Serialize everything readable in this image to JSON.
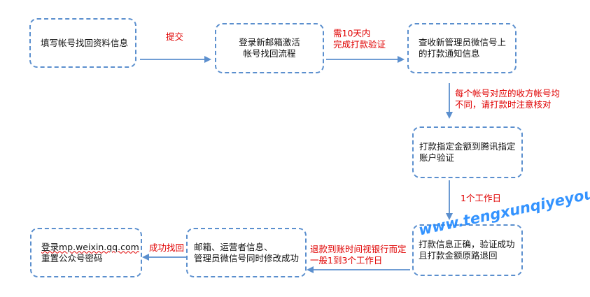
{
  "steps": {
    "s1": [
      "填写帐号找回资料信息"
    ],
    "s2": [
      "登录新邮箱激活",
      "帐号找回流程"
    ],
    "s3": [
      "查收新管理员微信号上",
      "的打款通知信息"
    ],
    "s4": [
      "打款指定金额到腾讯指定",
      "账户验证"
    ],
    "s5": [
      "打款信息正确，验证成功",
      "且打款金额原路退回"
    ],
    "s6": [
      "邮箱、运营者信息、",
      "管理员微信号同时修改成功"
    ],
    "s7": [
      "登录mp.weixin.qq.com",
      "重置公众号密码"
    ]
  },
  "edges": {
    "e1": [
      "提交"
    ],
    "e2": [
      "需10天内",
      "完成打款验证"
    ],
    "e3": [
      "每个帐号对应的收方帐号均",
      "不同，请打款时注意核对"
    ],
    "e4": [
      "1个工作日"
    ],
    "e5": [
      "退款到账时间视银行而定",
      "一般1到3个工作日"
    ],
    "e6": [
      "成功找回"
    ]
  },
  "watermark": "www.tengxunqiyeyou.com",
  "colors": {
    "box_border": "#5b8fce",
    "arrow": "#5b8fce",
    "label": "#e00000",
    "watermark": "#1e88ff"
  }
}
